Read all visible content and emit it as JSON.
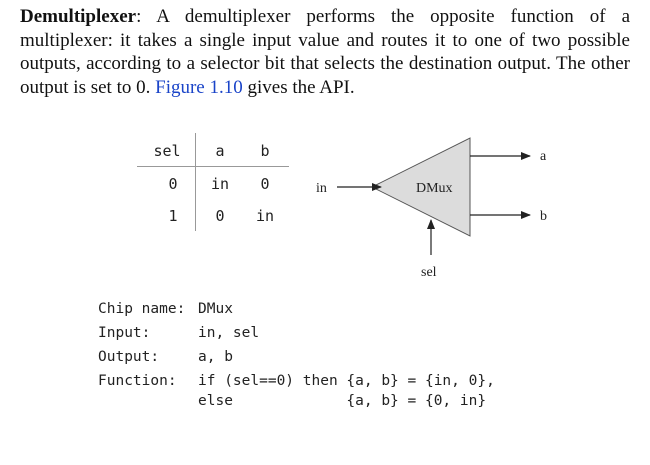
{
  "paragraph": {
    "term": "Demultiplexer",
    "body": ": A demultiplexer performs the opposite function of a multiplexer: it takes a single input value and routes it to one of two possible outputs, according to a selector bit that selects the destination output. The other output is set to 0. ",
    "link": "Figure 1.10",
    "tail": " gives the API."
  },
  "truth_table": {
    "headers": [
      "sel",
      "a",
      "b"
    ],
    "rows": [
      [
        "0",
        "in",
        "0"
      ],
      [
        "1",
        "0",
        "in"
      ]
    ]
  },
  "diagram": {
    "chip_label": "DMux",
    "input_label": "in",
    "selector_label": "sel",
    "output_a_label": "a",
    "output_b_label": "b"
  },
  "api": {
    "chip_name_key": "Chip name:",
    "chip_name_val": "DMux",
    "input_key": "Input:",
    "input_val": "in, sel",
    "output_key": "Output:",
    "output_val": "a, b",
    "function_key": "Function:",
    "function_line1": "if (sel==0) then {a, b} = {in, 0},",
    "function_line2": "else             {a, b} = {0, in}"
  }
}
